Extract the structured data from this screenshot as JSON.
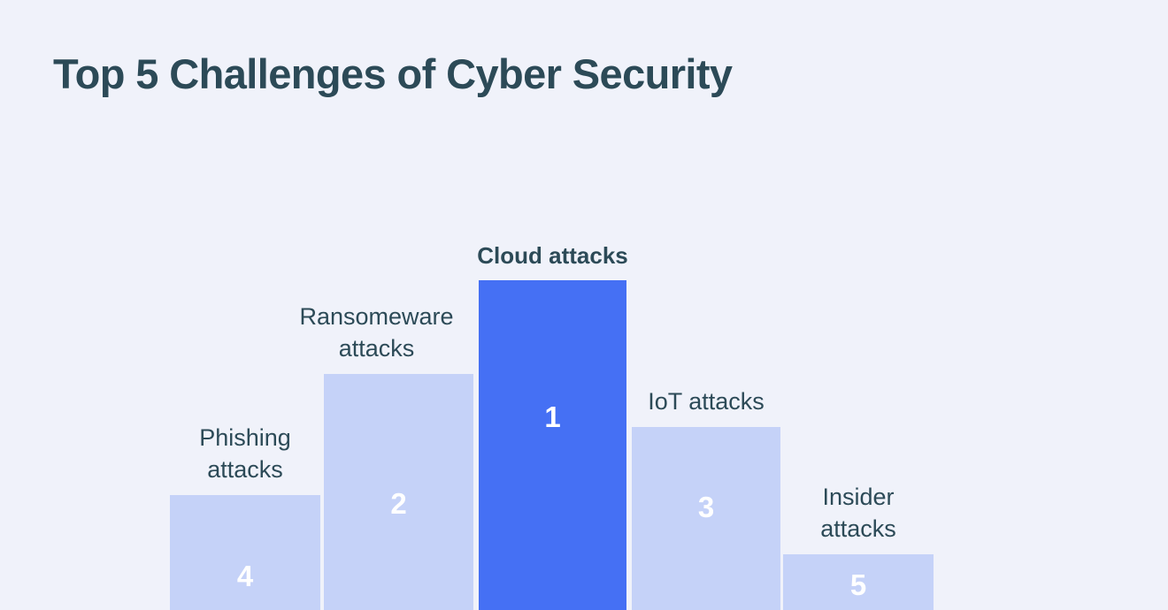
{
  "title": "Top 5 Challenges of Cyber Security",
  "colors": {
    "background": "#f0f2fa",
    "title_text": "#2c4a57",
    "bar_default": "#c5d2f8",
    "bar_highlight": "#4570f4",
    "bar_value_text": "#ffffff",
    "bar_label_text": "#2c4a57"
  },
  "chart_data": {
    "type": "bar",
    "title": "Top 5 Challenges of Cyber Security",
    "xlabel": "",
    "ylabel": "",
    "grid": false,
    "legend": "none",
    "axis_visible": false,
    "note": "Ranked bar chart; bar height encodes rank (1 = tallest/most significant). The number printed inside each bar is its rank.",
    "categories": [
      "Phishing attacks",
      "Ransomeware attacks",
      "Cloud attacks",
      "IoT attacks",
      "Insider attacks"
    ],
    "values": [
      130,
      267,
      373,
      207,
      63
    ],
    "ranks": [
      4,
      2,
      1,
      3,
      5
    ],
    "ylim": [
      0,
      420
    ],
    "bars": [
      {
        "rank_label": "4",
        "label": "Phishing\nattacks",
        "label_oneline": "Phishing attacks",
        "value": 130,
        "highlight": false
      },
      {
        "rank_label": "2",
        "label": "Ransomeware\nattacks",
        "label_oneline": "Ransomeware attacks",
        "value": 267,
        "highlight": false
      },
      {
        "rank_label": "1",
        "label": "Cloud attacks",
        "label_oneline": "Cloud attacks",
        "value": 373,
        "highlight": true
      },
      {
        "rank_label": "3",
        "label": "IoT attacks",
        "label_oneline": "IoT attacks",
        "value": 207,
        "highlight": false
      },
      {
        "rank_label": "5",
        "label": "Insider\nattacks",
        "label_oneline": "Insider attacks",
        "value": 63,
        "highlight": false
      }
    ]
  }
}
